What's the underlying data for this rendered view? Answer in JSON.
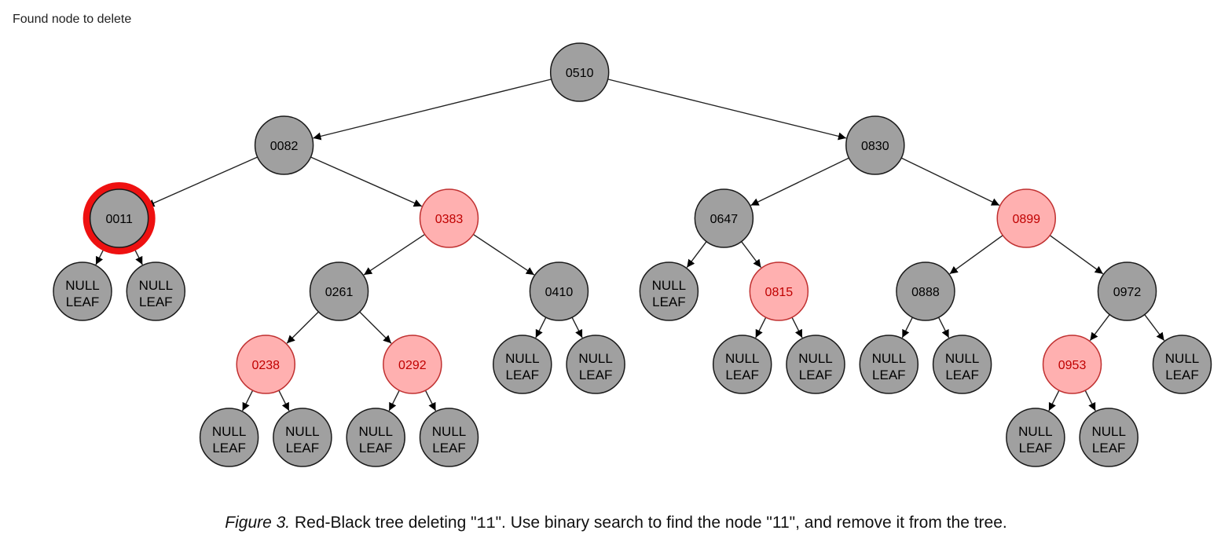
{
  "status_text": "Found node to delete",
  "caption": {
    "label": "Figure 3.",
    "part1": " Red-Black tree deleting \"",
    "code": "11",
    "part2": "\". Use binary search to find the node \"11\", and remove it from the tree."
  },
  "colors": {
    "black_fill": "#a0a0a0",
    "red_fill": "#ffb0b0",
    "red_stroke": "#c03030",
    "red_text": "#c00000",
    "highlight": "#ee1111"
  },
  "null_leaf_text": [
    "NULL",
    "LEAF"
  ],
  "tree": {
    "label": "0510",
    "color": "black",
    "left": {
      "label": "0082",
      "color": "black",
      "left": {
        "label": "0011",
        "color": "black",
        "highlight": true,
        "left": null,
        "right": null
      },
      "right": {
        "label": "0383",
        "color": "red",
        "left": {
          "label": "0261",
          "color": "black",
          "left": {
            "label": "0238",
            "color": "red",
            "left": null,
            "right": null
          },
          "right": {
            "label": "0292",
            "color": "red",
            "left": null,
            "right": null
          }
        },
        "right": {
          "label": "0410",
          "color": "black",
          "left": null,
          "right": null
        }
      }
    },
    "right": {
      "label": "0830",
      "color": "black",
      "left": {
        "label": "0647",
        "color": "black",
        "left": null,
        "right": {
          "label": "0815",
          "color": "red",
          "left": null,
          "right": null
        }
      },
      "right": {
        "label": "0899",
        "color": "red",
        "left": {
          "label": "0888",
          "color": "black",
          "left": null,
          "right": null
        },
        "right": {
          "label": "0972",
          "color": "black",
          "left": {
            "label": "0953",
            "color": "red",
            "left": null,
            "right": null
          },
          "right": null
        }
      }
    }
  }
}
